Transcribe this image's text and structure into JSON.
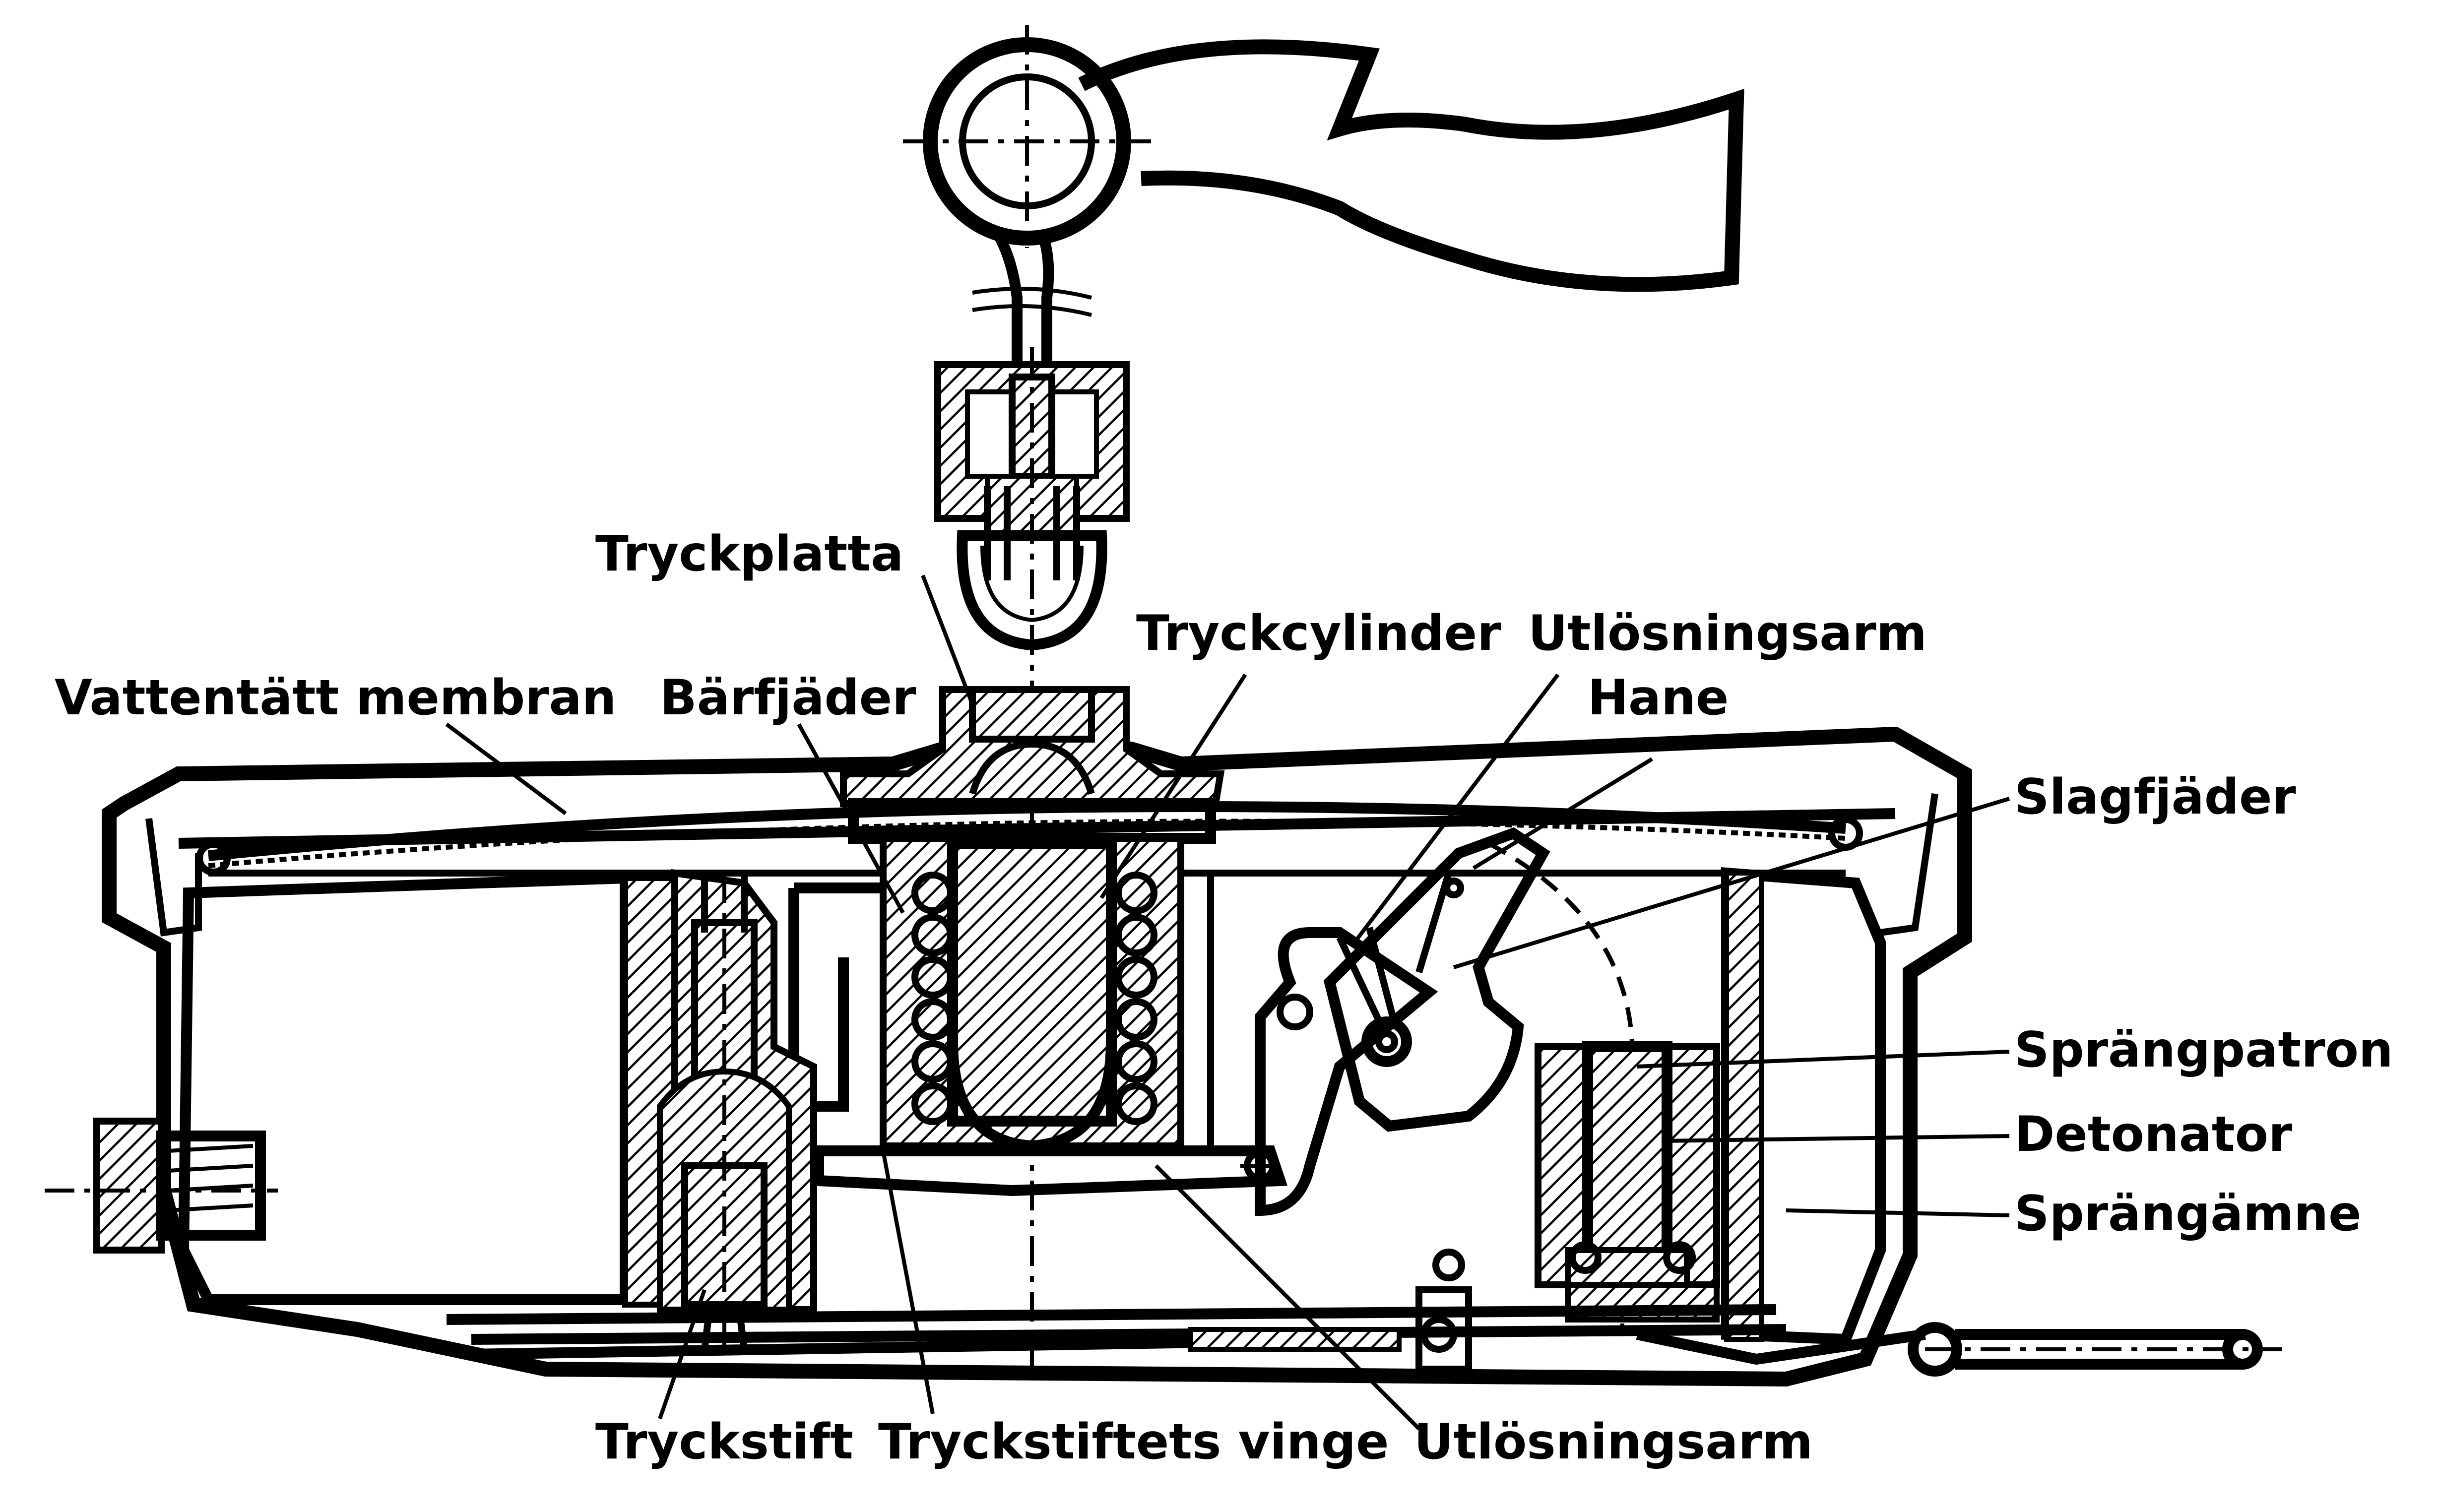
{
  "labels": {
    "tryckplatta": "Tryckplatta",
    "tryckcylinder": "Tryckcylinder",
    "utlosningsarm_top": "Utlösningsarm",
    "hane": "Hane",
    "vattentatt_membran": "Vattentätt membran",
    "barfjader": "Bärfjäder",
    "slagfjader": "Slagfjäder",
    "sprangpatron": "Sprängpatron",
    "detonator": "Detonator",
    "sprangamne": "Sprängämne",
    "tryckstift": "Tryckstift",
    "tryckstiftets_vinge": "Tryckstiftets vinge",
    "utlosningsarm_bottom": "Utlösningsarm"
  }
}
